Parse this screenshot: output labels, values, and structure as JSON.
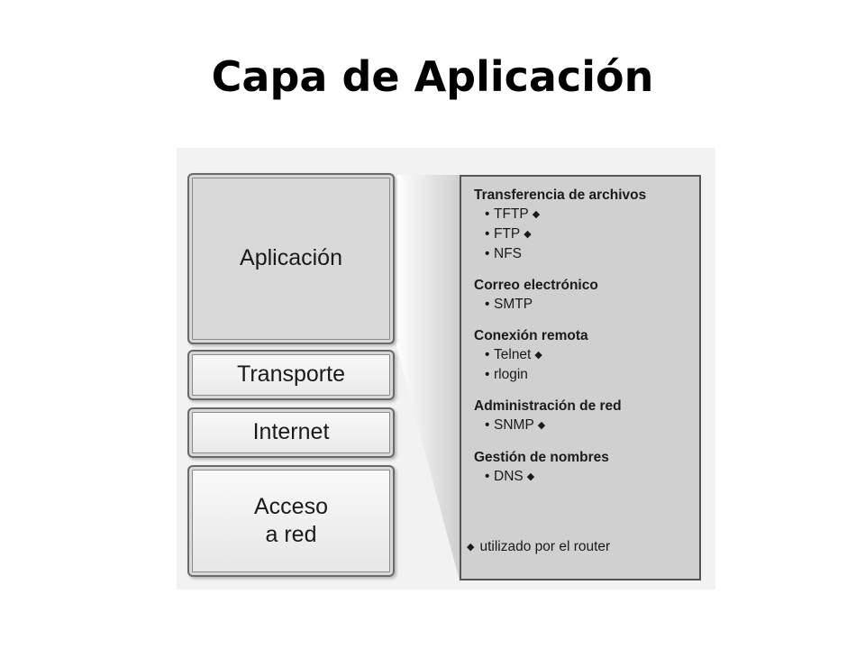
{
  "title": "Capa de Aplicación",
  "layers": {
    "application": "Aplicación",
    "transport": "Transporte",
    "internet": "Internet",
    "network_access": "Acceso\na red"
  },
  "protocol_groups": [
    {
      "title": "Transferencia de archivos",
      "protocols": [
        {
          "name": "TFTP",
          "router": true
        },
        {
          "name": "FTP",
          "router": true
        },
        {
          "name": "NFS",
          "router": false
        }
      ]
    },
    {
      "title": "Correo electrónico",
      "protocols": [
        {
          "name": "SMTP",
          "router": false
        }
      ]
    },
    {
      "title": "Conexión remota",
      "protocols": [
        {
          "name": "Telnet",
          "router": true
        },
        {
          "name": "rlogin",
          "router": false
        }
      ]
    },
    {
      "title": "Administración de red",
      "protocols": [
        {
          "name": "SNMP",
          "router": true
        }
      ]
    },
    {
      "title": "Gestión de nombres",
      "protocols": [
        {
          "name": "DNS",
          "router": true
        }
      ]
    }
  ],
  "legend": {
    "symbol": "◆",
    "text": "utilizado por el router"
  },
  "bullet": "•",
  "colors": {
    "application_fill": "#d9d9d9",
    "panel_fill": "#d0d0d0",
    "border": "#555555"
  }
}
